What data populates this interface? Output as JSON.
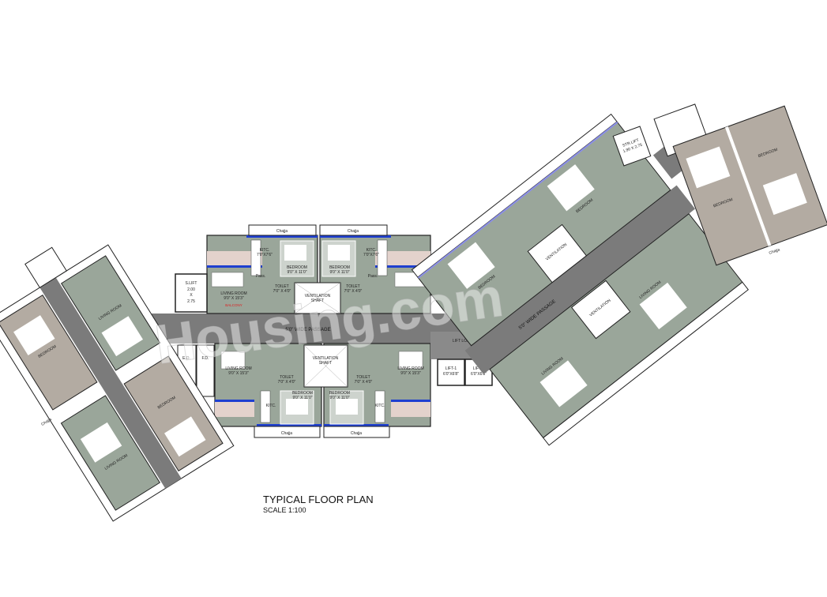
{
  "drawing": {
    "title": "TYPICAL FLOOR PLAN",
    "scale": "SCALE 1:100",
    "watermark": "Housing.com"
  },
  "labels": {
    "passage": "5'0\" WIDE PASSAGE",
    "lift_lobby": "LIFT LOBBY",
    "lift1": "LIFT-1",
    "lift1_size": "6'0\"X6'8\"",
    "lift2": "LIFT-2",
    "lift2_size": "6'0\"X6'8\"",
    "slift": "S.LIFT",
    "slift_size1": "2.00",
    "slift_x": "X",
    "slift_size2": "2.75",
    "str_lift": "STR.LIFT",
    "str_lift_size": "1.90 X 2.75",
    "vent": "VENTILATION",
    "shaft": "SHAFT",
    "bedroom": "BEDROOM",
    "bedroom_size": "9'0\" X 11'0\"",
    "living": "LIVING ROOM",
    "living_size": "9'0\" X 15'3\"",
    "kitc": "KITC.",
    "kitc_size": "7'0\"X7'6\"",
    "toilet": "TOILET",
    "toilet_size": "7'0\" X 4'0\"",
    "chajja": "Chajja",
    "ed": "E.D.",
    "fd": "F.D.",
    "passage_lbl": "Pass.",
    "balcony": "BALCONY"
  },
  "colors": {
    "corridor": "#7b7b7b",
    "unit_floor": "#9aa69a",
    "unit_floor_warm": "#b3aba2",
    "balcony": "#e3d2cc",
    "window": "#1e3fd0",
    "wall": "#222222"
  }
}
